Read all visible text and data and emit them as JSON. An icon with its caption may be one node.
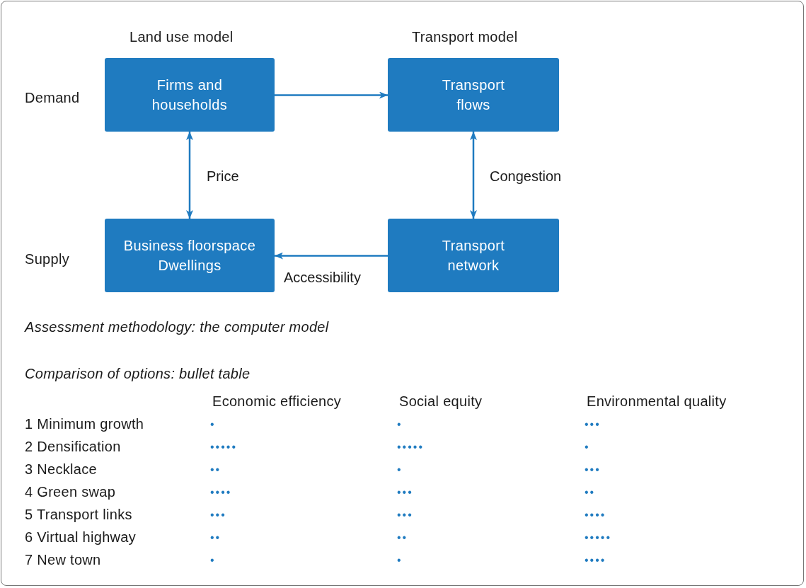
{
  "diagram": {
    "nodes": [
      {
        "text": [
          "Firms and households"
        ]
      },
      {
        "text": [
          "Transport flows"
        ]
      },
      {
        "text": [
          "Business floorspace Dwellings"
        ]
      },
      {
        "text": [
          "Transport network"
        ]
      }
    ],
    "edges": [
      {
        "from": 0,
        "to": 1,
        "arrow": "to"
      },
      {
        "from": 0,
        "to": 2,
        "arrow": "both",
        "label": "Price"
      },
      {
        "from": 1,
        "to": 3,
        "arrow": "both",
        "label": "Congestion"
      },
      {
        "from": 3,
        "to": 2,
        "arrow": "to",
        "label": "Accessibility"
      }
    ],
    "labels": [
      "Land use model",
      "Transport model",
      "Demand",
      "Supply",
      "Assessment methodology: the computer model",
      "Comparison of options: bullet table",
      "Economic efficiency",
      "Social equity",
      "Environmental quality",
      "1 Minimum growth",
      "•",
      "•",
      "•••",
      "2 Densification",
      "•••••",
      "•••••",
      "•",
      "3 Necklace",
      "••",
      "•",
      "•••",
      "4 Green swap",
      "••••",
      "•••",
      "••",
      "5 Transport links",
      "•••",
      "•••",
      "••••",
      "6 Virtual highway",
      "••",
      "••",
      "•••••",
      "7 New town",
      "•",
      "•",
      "••••"
    ]
  }
}
